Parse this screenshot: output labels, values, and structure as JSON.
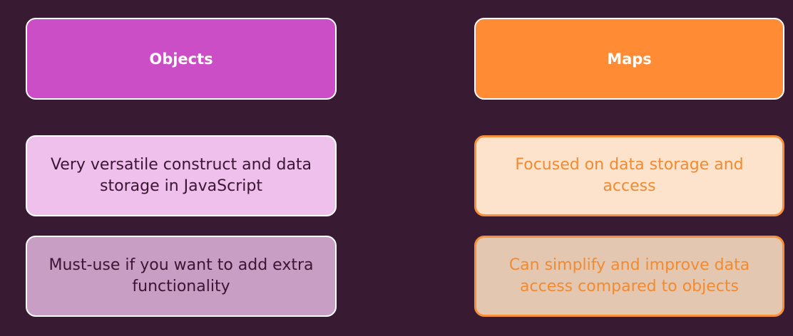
{
  "objects": {
    "title": "Objects",
    "points": [
      "Very versatile construct and data storage in JavaScript",
      "Must-use if you want to add extra functionality"
    ]
  },
  "maps": {
    "title": "Maps",
    "points": [
      "Focused on data storage and access",
      "Can simplify and improve data access compared to objects"
    ]
  },
  "colors": {
    "background": "#381a33",
    "objects_accent": "#cb4ec6",
    "maps_accent": "#ff8c35"
  }
}
